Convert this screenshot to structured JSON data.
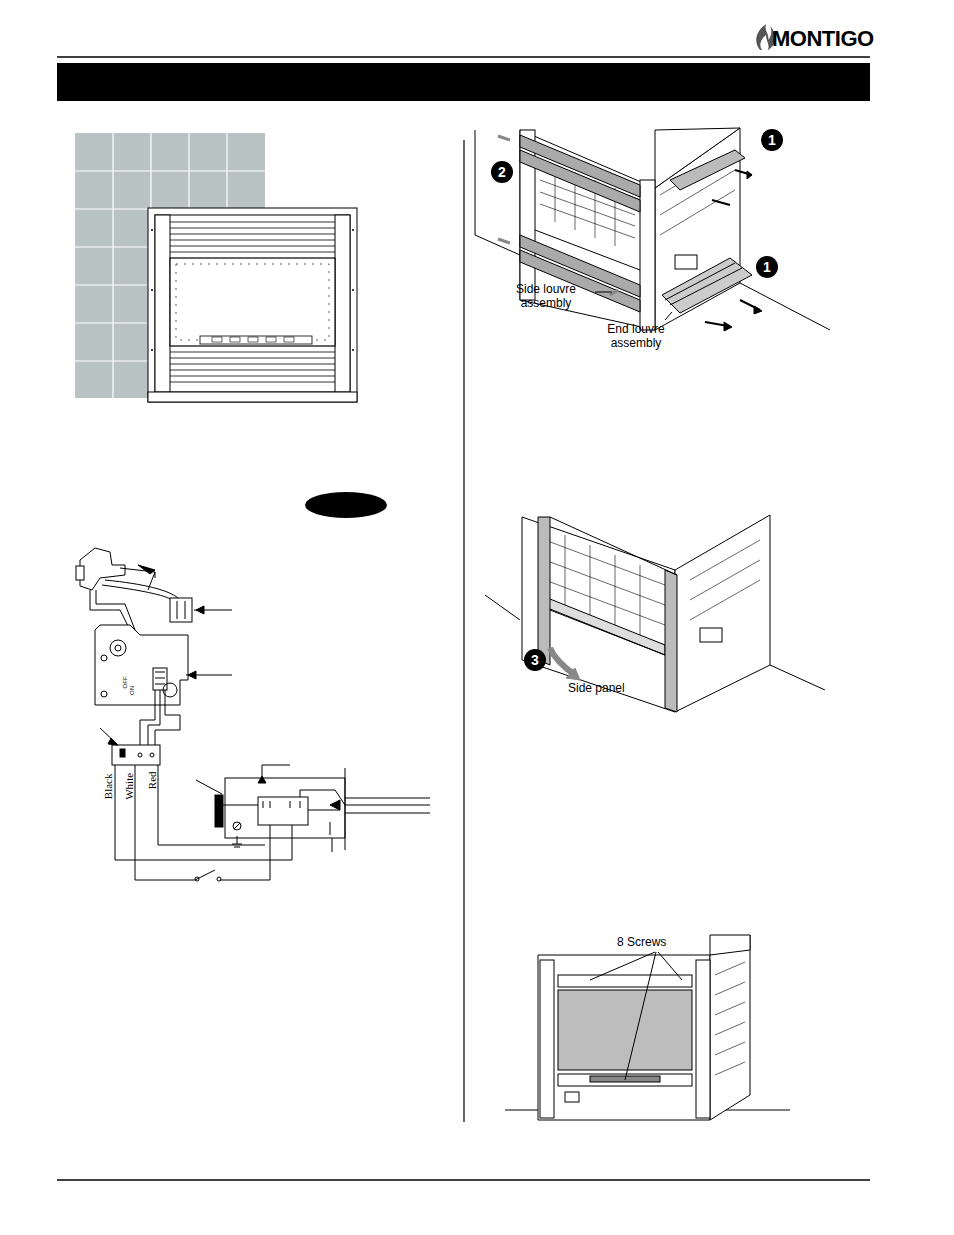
{
  "diagram": {
    "labels": [
      "MONTIGO",
      "1",
      "2",
      "1",
      "Side louvre assembly",
      "End louvre assembly",
      "3",
      "Side panel",
      "8 Screws",
      "Black",
      "White",
      "Red",
      "OFF",
      "ON"
    ]
  }
}
